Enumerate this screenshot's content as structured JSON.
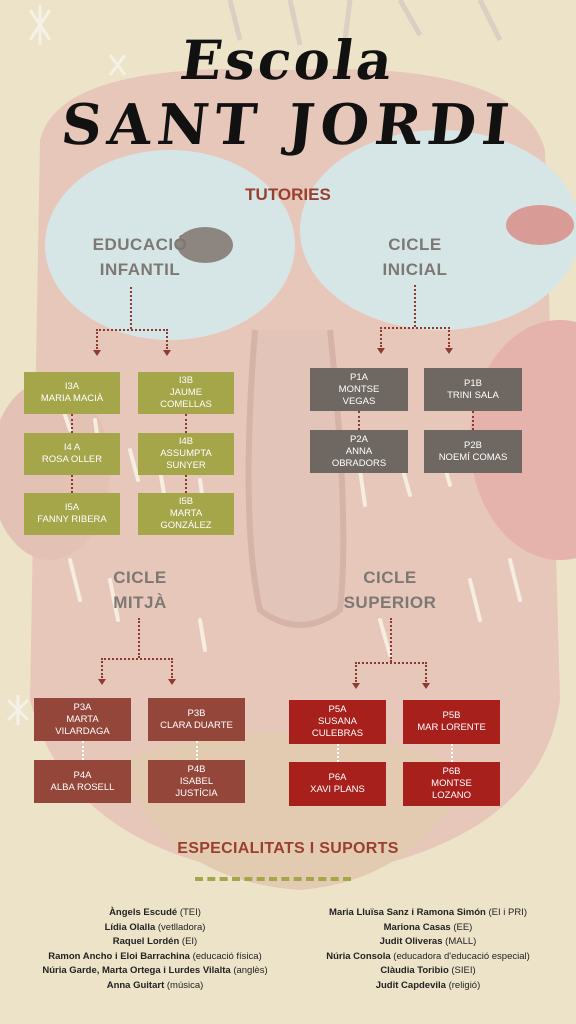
{
  "header": {
    "line1": "Escola",
    "line2": "SANT JORDI"
  },
  "tutories_title": "TUTORIES",
  "cycles": {
    "infantil": {
      "line1": "EDUCACIÓ",
      "line2": "INFANTIL"
    },
    "inicial": {
      "line1": "CICLE",
      "line2": "INICIAL"
    },
    "mitja": {
      "line1": "CICLE",
      "line2": "MITJÀ"
    },
    "superior": {
      "line1": "CICLE",
      "line2": "SUPERIOR"
    }
  },
  "groups": {
    "i3a": {
      "code": "I3A",
      "teacher1": "MARIA MACIÀ",
      "teacher2": ""
    },
    "i3b": {
      "code": "I3B",
      "teacher1": "JAUME",
      "teacher2": "COMELLAS"
    },
    "i4a": {
      "code": "I4 A",
      "teacher1": "ROSA OLLER",
      "teacher2": ""
    },
    "i4b": {
      "code": "I4B",
      "teacher1": "ASSUMPTA",
      "teacher2": "SUNYER"
    },
    "i5a": {
      "code": "I5A",
      "teacher1": "FANNY RIBERA",
      "teacher2": ""
    },
    "i5b": {
      "code": "I5B",
      "teacher1": "MARTA",
      "teacher2": "GONZÁLEZ"
    },
    "p1a": {
      "code": "P1A",
      "teacher1": "MONTSE",
      "teacher2": "VEGAS"
    },
    "p1b": {
      "code": "P1B",
      "teacher1": "TRINI SALA",
      "teacher2": ""
    },
    "p2a": {
      "code": "P2A",
      "teacher1": "ANNA",
      "teacher2": "OBRADORS"
    },
    "p2b": {
      "code": "P2B",
      "teacher1": "NOEMÍ COMAS",
      "teacher2": ""
    },
    "p3a": {
      "code": "P3A",
      "teacher1": "MARTA",
      "teacher2": "VILARDAGA"
    },
    "p3b": {
      "code": "P3B",
      "teacher1": "CLARA DUARTE",
      "teacher2": ""
    },
    "p4a": {
      "code": "P4A",
      "teacher1": "ALBA ROSELL",
      "teacher2": ""
    },
    "p4b": {
      "code": "P4B",
      "teacher1": "ISABEL",
      "teacher2": "JUSTÍCIA"
    },
    "p5a": {
      "code": "P5A",
      "teacher1": "SUSANA",
      "teacher2": "CULEBRAS"
    },
    "p5b": {
      "code": "P5B",
      "teacher1": "MAR LORENTE",
      "teacher2": ""
    },
    "p6a": {
      "code": "P6A",
      "teacher1": "XAVI PLANS",
      "teacher2": ""
    },
    "p6b": {
      "code": "P6B",
      "teacher1": "MONTSE",
      "teacher2": "LOZANO"
    }
  },
  "specialists": {
    "title": "ESPECIALITATS I SUPORTS",
    "left": [
      {
        "name": "Àngels Escudé",
        "role": "(TEI)"
      },
      {
        "name": "Lídia Olalla",
        "role": "(vetlladora)"
      },
      {
        "name": "Raquel Lordén",
        "role": "(EI)"
      },
      {
        "name": "Ramon Ancho i Eloi Barrachina",
        "role": "(educació física)"
      },
      {
        "name": "Núria Garde, Marta Ortega i Lurdes Vilalta",
        "role": "(anglès)"
      },
      {
        "name": "Anna Guitart",
        "role": "(música)"
      }
    ],
    "right": [
      {
        "name": "Maria Lluïsa Sanz i Ramona Simón",
        "role": "(EI i PRI)"
      },
      {
        "name": "Mariona Casas",
        "role": "(EE)"
      },
      {
        "name": "Judit Oliveras",
        "role": "(MALL)"
      },
      {
        "name": "Núria Consola",
        "role": "(educadora d'educació especial)"
      },
      {
        "name": "Clàudia Toribio",
        "role": "(SIEI)"
      },
      {
        "name": "Judit Capdevila",
        "role": "(religió)"
      }
    ]
  },
  "colors": {
    "infantil": "#a5a54a",
    "inicial": "#6f6862",
    "mitja": "#94463a",
    "superior": "#a8201c",
    "accent": "#9a3f2f"
  }
}
